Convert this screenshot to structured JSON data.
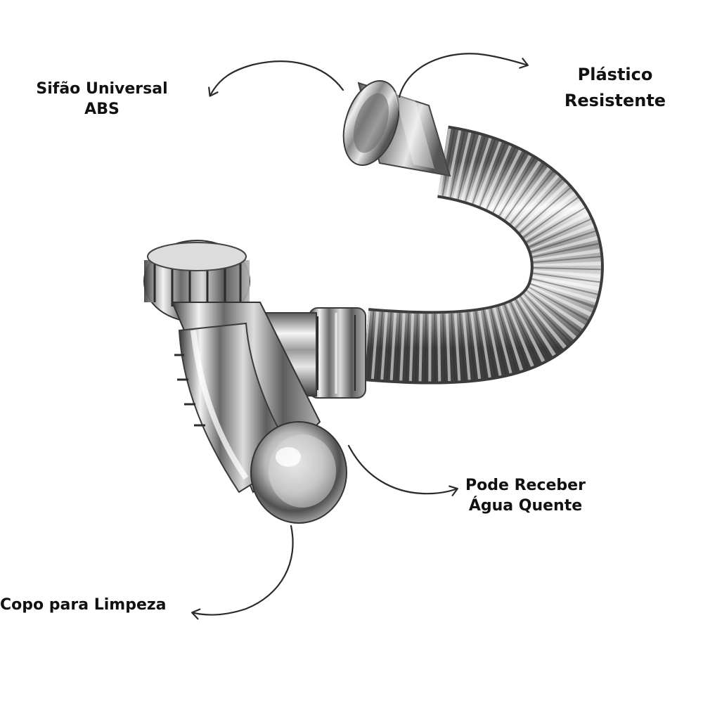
{
  "labels": {
    "sifao": {
      "line1": "Sifão Universal",
      "line2": "ABS"
    },
    "plastico": {
      "line1": "Plástico",
      "line2": "Resistente"
    },
    "pode": {
      "line1": "Pode Receber",
      "line2": "Água Quente"
    },
    "copo": {
      "line1": "Copo para Limpeza"
    }
  },
  "colors": {
    "background": "#ffffff",
    "text": "#111111",
    "arrow": "#2b2b2b",
    "chrome_light": "#f4f4f4",
    "chrome_mid": "#a9a9a9",
    "chrome_dark": "#4a4a4a"
  },
  "product": {
    "name": "chrome-flexible-siphon"
  }
}
